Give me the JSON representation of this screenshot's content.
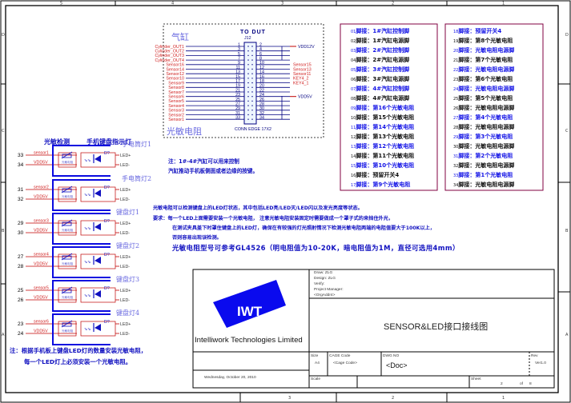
{
  "border": {
    "top_zones": [
      "5",
      "4",
      "3",
      "2",
      "1"
    ],
    "bottom_zones": [
      "3",
      "2",
      "1"
    ],
    "side_zones": [
      "D",
      "C",
      "B",
      "A"
    ]
  },
  "connector": {
    "title": "TO DUT",
    "ref": "J12",
    "name": "CONN EDGE 17X2",
    "group_label_cylinder": "气缸",
    "group_label_sensor": "光敏电阻",
    "left_nets": [
      "Cylinder_OUT1",
      "Cylinder_OUT2",
      "Cylinder_OUT3",
      "Cylinder_OUT4",
      "Sensor16",
      "Sensor14",
      "Sensor12",
      "Sensor10",
      "Sensor9",
      "Sensor8",
      "Sensor7",
      "Sensor6",
      "Sensor5",
      "Sensor4",
      "Sensor3",
      "Sensor2",
      "Sensor1"
    ],
    "right_nets": [
      "VDD12V",
      "",
      "",
      "",
      "Sensor15",
      "Sensor13",
      "Sensor11",
      "KEY4_2",
      "KEY4_1",
      "",
      "",
      "VDD5V",
      "",
      "",
      "",
      "",
      ""
    ],
    "left_pins": [
      "1",
      "3",
      "5",
      "7",
      "9",
      "11",
      "13",
      "15",
      "17",
      "19",
      "21",
      "23",
      "25",
      "27",
      "29",
      "31",
      "33"
    ],
    "right_pins": [
      "2",
      "4",
      "6",
      "8",
      "10",
      "12",
      "14",
      "16",
      "18",
      "20",
      "22",
      "24",
      "26",
      "28",
      "30",
      "32",
      "34"
    ]
  },
  "pin_table_left": [
    {
      "num": "01",
      "text": "脚接：1#汽缸控制脚",
      "hl": true
    },
    {
      "num": "02",
      "text": "脚接：1#汽缸电源脚",
      "hl": false
    },
    {
      "num": "03",
      "text": "脚接：2#汽缸控制脚",
      "hl": true
    },
    {
      "num": "04",
      "text": "脚接：2#汽缸电源脚",
      "hl": false
    },
    {
      "num": "05",
      "text": "脚接：3#汽缸控制脚",
      "hl": true
    },
    {
      "num": "06",
      "text": "脚接：3#汽缸电源脚",
      "hl": false
    },
    {
      "num": "07",
      "text": "脚接：4#汽缸控制脚",
      "hl": true
    },
    {
      "num": "08",
      "text": "脚接：4#汽缸电源脚",
      "hl": false
    },
    {
      "num": "09",
      "text": "脚接：第16个光敏电阻",
      "hl": true
    },
    {
      "num": "10",
      "text": "脚接：第15个光敏电阻",
      "hl": false
    },
    {
      "num": "11",
      "text": "脚接：第14个光敏电阻",
      "hl": true
    },
    {
      "num": "12",
      "text": "脚接：第13个光敏电阻",
      "hl": false
    },
    {
      "num": "13",
      "text": "脚接：第12个光敏电阻",
      "hl": true
    },
    {
      "num": "14",
      "text": "脚接：第11个光敏电阻",
      "hl": false
    },
    {
      "num": "15",
      "text": "脚接：第10个光敏电阻",
      "hl": true
    },
    {
      "num": "16",
      "text": "脚接：预留开关4",
      "hl": false
    },
    {
      "num": "17",
      "text": "脚接：第9个光敏电阻",
      "hl": true
    }
  ],
  "pin_table_right": [
    {
      "num": "18",
      "text": "脚接：预留开关4",
      "hl": true
    },
    {
      "num": "19",
      "text": "脚接：第8个光敏电阻",
      "hl": false
    },
    {
      "num": "20",
      "text": "脚接：光敏电阻电源脚",
      "hl": true
    },
    {
      "num": "21",
      "text": "脚接：第7个光敏电阻",
      "hl": false
    },
    {
      "num": "22",
      "text": "脚接：光敏电阻电源脚",
      "hl": true
    },
    {
      "num": "23",
      "text": "脚接：第6个光敏电阻",
      "hl": false
    },
    {
      "num": "24",
      "text": "脚接：光敏电阻电源脚",
      "hl": true
    },
    {
      "num": "25",
      "text": "脚接：第5个光敏电阻",
      "hl": false
    },
    {
      "num": "26",
      "text": "脚接：光敏电阻电源脚",
      "hl": false
    },
    {
      "num": "27",
      "text": "脚接：第4个光敏电阻",
      "hl": true
    },
    {
      "num": "28",
      "text": "脚接：光敏电阻电源脚",
      "hl": false
    },
    {
      "num": "29",
      "text": "脚接：第3个光敏电阻",
      "hl": true
    },
    {
      "num": "30",
      "text": "脚接：光敏电阻电源脚",
      "hl": false
    },
    {
      "num": "31",
      "text": "脚接：第2个光敏电阻",
      "hl": true
    },
    {
      "num": "32",
      "text": "脚接：光敏电阻电源脚",
      "hl": false
    },
    {
      "num": "33",
      "text": "脚接：第1个光敏电阻",
      "hl": true
    },
    {
      "num": "34",
      "text": "脚接：光敏电阻电源脚",
      "hl": false
    }
  ],
  "sensor_section": {
    "header_detect": "光敏检测",
    "header_indicator": "手机键盘指示灯",
    "resistor_label": "光敏电阻",
    "diode_ref": "D?",
    "led_plus": "LED+",
    "led_minus": "LED-",
    "blocks": [
      {
        "pin_a": "33",
        "pin_b": "34",
        "net": "sensor1",
        "vdd": "VDD5V",
        "title": "手电筒灯1"
      },
      {
        "pin_a": "31",
        "pin_b": "32",
        "net": "sensor2",
        "vdd": "VDD5V",
        "title": "手电筒灯2"
      },
      {
        "pin_a": "29",
        "pin_b": "30",
        "net": "sensor3",
        "vdd": "VDD5V",
        "title": "键盘灯1"
      },
      {
        "pin_a": "27",
        "pin_b": "28",
        "net": "sensor4",
        "vdd": "VDD5V",
        "title": "键盘灯2"
      },
      {
        "pin_a": "25",
        "pin_b": "26",
        "net": "sensor5",
        "vdd": "VDD5V",
        "title": "键盘灯3"
      },
      {
        "pin_a": "23",
        "pin_b": "24",
        "net": "sensor6",
        "vdd": "VDD5V",
        "title": "键盘灯4"
      }
    ]
  },
  "notes": {
    "cylinder_note_1": "注：1#-4#汽缸可以用来控制",
    "cylinder_note_2": "汽缸推动手机板侧面或者边缘的按键。",
    "main_1": "光敏电阻可以检测键盘上的LED灯状态，其中包括LED亮/LED灭/LED闪以及发光亮度等状态。",
    "main_2": "要求：每一个LED上面需要安装一个光敏电阻，    注意光敏电阻安装固定时需要做成一个罩子式的来挡住外光，",
    "main_3": "在测试夹具盖下时罩住键盘上的LED灯，确保在有较强的灯光照射情况下检测光敏电阻两端的电阻值要大于100K以上，",
    "main_4": "否则容易出现误检测。",
    "main_5": "光敏电阻型号可参考GL4526（明电阻值为10-20K，暗电阻值为1M，直径可选用4mm）",
    "bottom_1": "注：根据手机板上键盘LED灯的数量安装光敏电阻，",
    "bottom_2": "每一个LED灯上必须安装一个光敏电阻。"
  },
  "title_block": {
    "logo_text": "IWT",
    "company": "Intelliwork Technologies Limited",
    "draw": "Draw:  ZLG",
    "design": "Design:  ZLG",
    "verify": "Verify:",
    "pm": "Project Manager:",
    "org": "<OrgAddr4>",
    "title": "SENSOR&LED接口接线图",
    "size_label": "Size",
    "size": "A4",
    "cage_label": "CAGE Code",
    "cage": "<Cage Code>",
    "dwg_label": "DWG NO",
    "dwg": "<Doc>",
    "rev_label": "Rev",
    "rev": "Ver1.0",
    "date": "Wednesday, October 20, 2010",
    "scale_label": "Scale",
    "sheet_label": "Sheet",
    "sheet": "2",
    "of_label": "of",
    "sheets": "8"
  }
}
